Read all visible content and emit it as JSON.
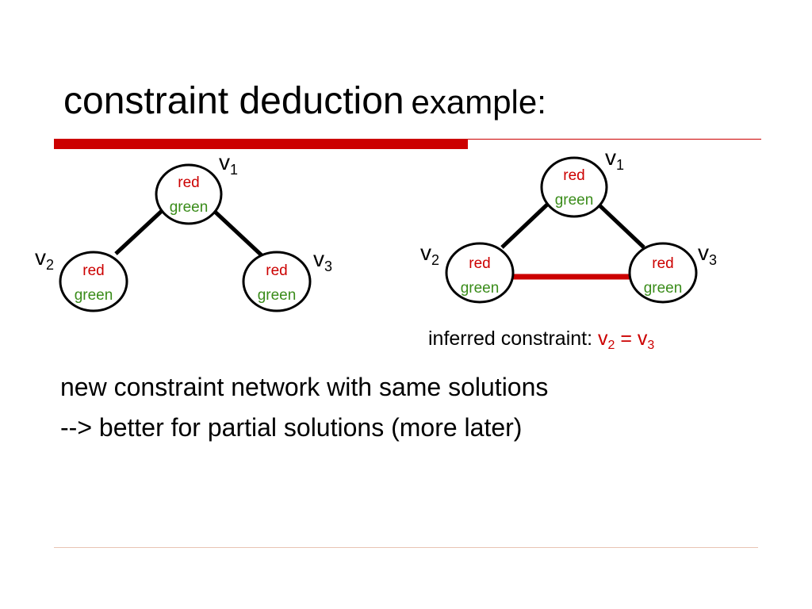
{
  "title": {
    "main": "constraint deduction",
    "suffix": "example:"
  },
  "left_graph": {
    "v1": {
      "name": "v",
      "sub": "1",
      "domain": [
        "red",
        "green"
      ]
    },
    "v2": {
      "name": "v",
      "sub": "2",
      "domain": [
        "red",
        "green"
      ]
    },
    "v3": {
      "name": "v",
      "sub": "3",
      "domain": [
        "red",
        "green"
      ]
    }
  },
  "right_graph": {
    "v1": {
      "name": "v",
      "sub": "1",
      "domain": [
        "red",
        "green"
      ]
    },
    "v2": {
      "name": "v",
      "sub": "2",
      "domain": [
        "red",
        "green"
      ]
    },
    "v3": {
      "name": "v",
      "sub": "3",
      "domain": [
        "red",
        "green"
      ]
    }
  },
  "inferred": {
    "label": "inferred constraint:",
    "lhs": "v",
    "lhs_sub": "2",
    "op": "=",
    "rhs": "v",
    "rhs_sub": "3"
  },
  "body": {
    "line1": "new constraint network with same solutions",
    "line2": "--> better for partial solutions (more later)"
  },
  "colors": {
    "accent": "#cc0000",
    "green": "#3a8c1a",
    "edge": "#000000"
  }
}
